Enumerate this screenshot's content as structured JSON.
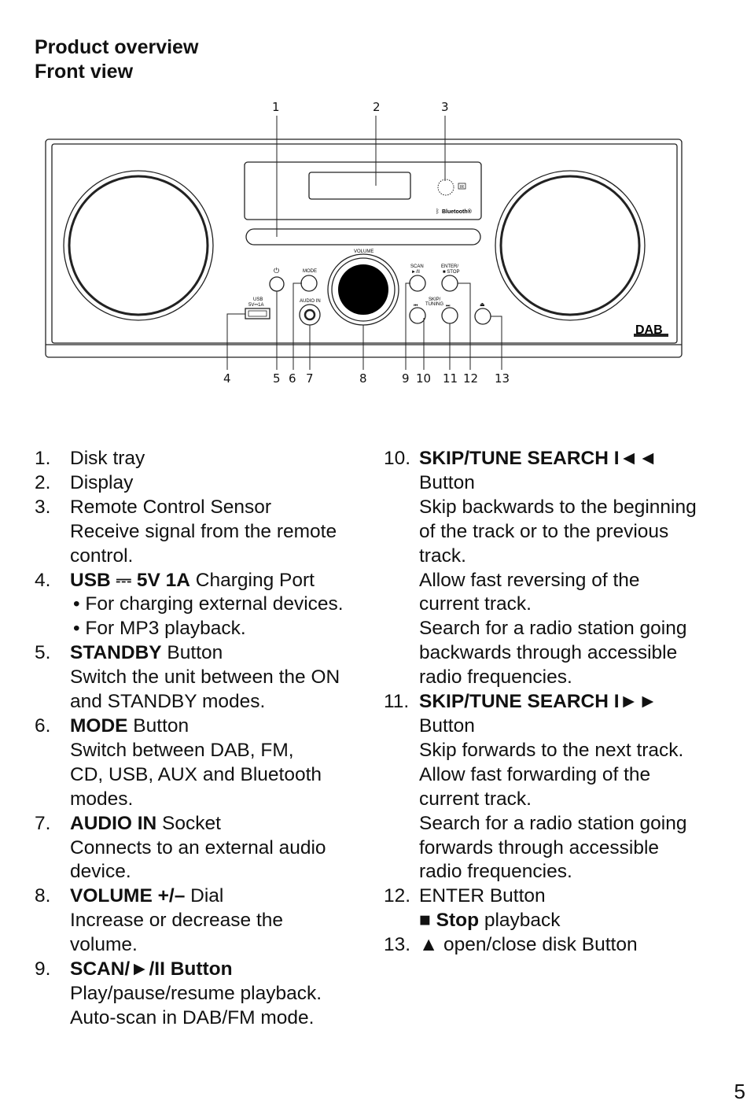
{
  "heading": {
    "title": "Product overview",
    "subtitle": "Front view"
  },
  "diagram": {
    "callouts_top": [
      "1",
      "2",
      "3"
    ],
    "callouts_bottom": [
      "4",
      "5",
      "6",
      "7",
      "8",
      "9",
      "10",
      "11",
      "12",
      "13"
    ],
    "panel_labels": {
      "volume": "VOLUME",
      "mode": "MODE",
      "scan": "SCAN",
      "scan_icon": "►/II",
      "enter": "ENTER/",
      "stop": "■ STOP",
      "skip": "SKIP/",
      "tuning": "TUNING",
      "usb": "USB",
      "usb_rating": "5V⎓1A",
      "audio_in": "AUDIO IN",
      "bluetooth": "Bluetooth®",
      "dab": "DAB",
      "ir": "IR"
    },
    "icons": [
      "power-icon",
      "eject-icon",
      "prev-icon",
      "next-icon",
      "bluetooth-icon"
    ]
  },
  "items_left": [
    {
      "num": "1.",
      "lines": [
        [
          {
            "t": "Disk tray"
          }
        ]
      ]
    },
    {
      "num": "2.",
      "lines": [
        [
          {
            "t": "Display"
          }
        ]
      ]
    },
    {
      "num": "3.",
      "lines": [
        [
          {
            "t": "Remote Control Sensor"
          }
        ],
        [
          {
            "t": "Receive signal from the remote"
          }
        ],
        [
          {
            "t": "control."
          }
        ]
      ]
    },
    {
      "num": "4.",
      "lines": [
        [
          {
            "t": "USB ⎓ 5V 1A",
            "b": true
          },
          {
            "t": " Charging Port"
          }
        ]
      ],
      "bullets": [
        "• For charging external devices.",
        "• For MP3 playback."
      ]
    },
    {
      "num": "5.",
      "lines": [
        [
          {
            "t": "STANDBY",
            "b": true
          },
          {
            "t": " Button"
          }
        ],
        [
          {
            "t": "Switch the unit between the ON"
          }
        ],
        [
          {
            "t": "and STANDBY modes."
          }
        ]
      ]
    },
    {
      "num": "6.",
      "lines": [
        [
          {
            "t": "MODE",
            "b": true
          },
          {
            "t": " Button"
          }
        ],
        [
          {
            "t": "Switch between DAB, FM,"
          }
        ],
        [
          {
            "t": "CD, USB, AUX and Bluetooth"
          }
        ],
        [
          {
            "t": "modes."
          }
        ]
      ]
    },
    {
      "num": "7.",
      "lines": [
        [
          {
            "t": "AUDIO IN",
            "b": true
          },
          {
            "t": " Socket"
          }
        ],
        [
          {
            "t": "Connects to an external audio"
          }
        ],
        [
          {
            "t": "device."
          }
        ]
      ]
    },
    {
      "num": "8.",
      "lines": [
        [
          {
            "t": "VOLUME +/–",
            "b": true
          },
          {
            "t": " Dial"
          }
        ],
        [
          {
            "t": "Increase or decrease the"
          }
        ],
        [
          {
            "t": "volume."
          }
        ]
      ]
    },
    {
      "num": "9.",
      "lines": [
        [
          {
            "t": "SCAN/►/II Button",
            "b": true
          }
        ],
        [
          {
            "t": "Play/pause/resume playback."
          }
        ],
        [
          {
            "t": "Auto-scan in DAB/FM mode."
          }
        ]
      ]
    }
  ],
  "items_right": [
    {
      "num": "10.",
      "lines": [
        [
          {
            "t": "SKIP/TUNE SEARCH I◄◄",
            "b": true
          }
        ],
        [
          {
            "t": "Button"
          }
        ],
        [
          {
            "t": "Skip backwards to the beginning"
          }
        ],
        [
          {
            "t": "of the track or to the previous"
          }
        ],
        [
          {
            "t": "track."
          }
        ],
        [
          {
            "t": "Allow fast reversing of the"
          }
        ],
        [
          {
            "t": "current track."
          }
        ],
        [
          {
            "t": "Search for a radio station going"
          }
        ],
        [
          {
            "t": "backwards through accessible"
          }
        ],
        [
          {
            "t": "radio frequencies."
          }
        ]
      ]
    },
    {
      "num": "11.",
      "lines": [
        [
          {
            "t": "SKIP/TUNE SEARCH I►►",
            "b": true
          }
        ],
        [
          {
            "t": "Button"
          }
        ],
        [
          {
            "t": "Skip forwards to the next track."
          }
        ],
        [
          {
            "t": "Allow fast forwarding of the"
          }
        ],
        [
          {
            "t": "current track."
          }
        ],
        [
          {
            "t": "Search for a radio station going"
          }
        ],
        [
          {
            "t": "forwards through accessible"
          }
        ],
        [
          {
            "t": "radio frequencies."
          }
        ]
      ]
    },
    {
      "num": "12.",
      "lines": [
        [
          {
            "t": "ENTER Button"
          }
        ],
        [
          {
            "t": "■ ",
            "b": true
          },
          {
            "t": "Stop",
            "b": true
          },
          {
            "t": " playback"
          }
        ]
      ]
    },
    {
      "num": "13.",
      "lines": [
        [
          {
            "t": "▲ open/close disk Button"
          }
        ]
      ]
    }
  ],
  "page_number": "5"
}
